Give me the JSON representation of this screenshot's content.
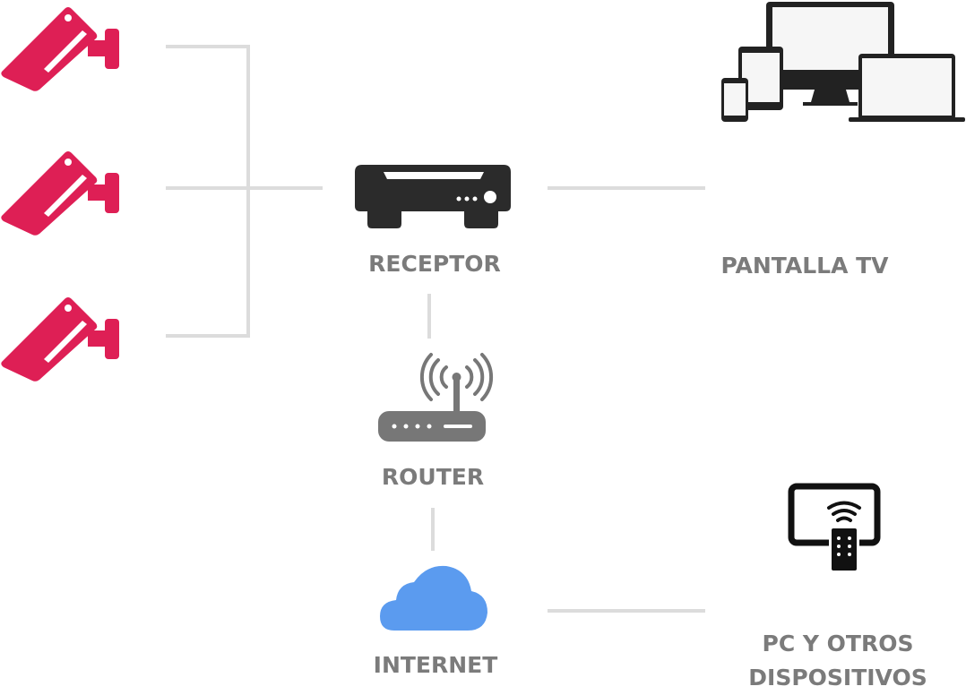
{
  "labels": {
    "receptor": "RECEPTOR",
    "pantalla": "PANTALLA TV",
    "router": "ROUTER",
    "internet": "INTERNET",
    "pc_line1": "PC Y OTROS",
    "pc_line2": "DISPOSITIVOS"
  },
  "colors": {
    "camera": "#de1f55",
    "device": "#222222",
    "router": "#777777",
    "cloud": "#5b9bef",
    "connector": "#dcdcdc",
    "label": "#7b7b7b"
  },
  "icons": [
    "security-camera-icon",
    "receiver-icon",
    "router-icon",
    "cloud-icon",
    "devices-icon",
    "tv-remote-icon"
  ]
}
